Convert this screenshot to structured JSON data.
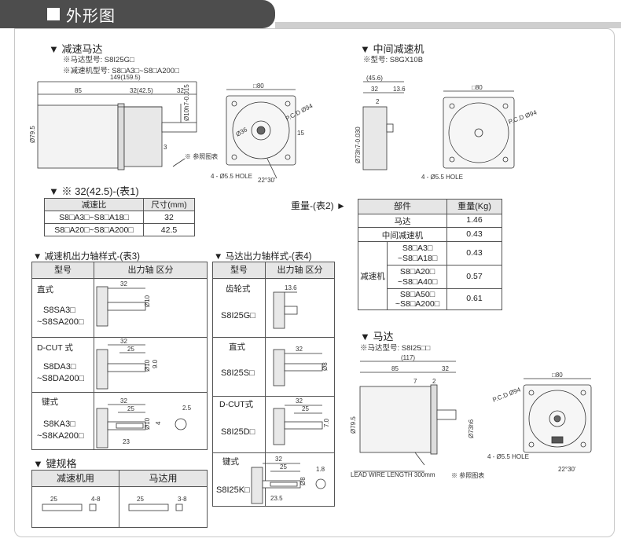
{
  "header": {
    "title": "外形图"
  },
  "reducer_motor": {
    "title": "▼ 减速马达",
    "motor_model": "※马达型号: S8I25G□",
    "gear_model": "※减速机型号: S8□A3□~S8□A200□",
    "dims": {
      "total": "149(159.5)",
      "body": "85",
      "gear": "32(42.5)",
      "shaft": "32",
      "square": "□80",
      "dia_body": "Ø79.5",
      "dia_shaft": "Ø10h7-0.015",
      "pcd": "P.C.D Ø94",
      "hole": "4 - Ø5.5 HOLE",
      "three": "3",
      "angle": "22°30'",
      "dia_inner": "Ø36",
      "fifteen": "15",
      "key_note": "※ 参照图表"
    }
  },
  "intermediate": {
    "title": "▼ 中间减速机",
    "model": "※型号: S8GX10B",
    "dims": {
      "total": "(45.6)",
      "a": "32",
      "b": "13.6",
      "c": "2",
      "square": "□80",
      "dia": "Ø73h7-0.030",
      "pcd": "P.C.D Ø94",
      "hole": "4 - Ø5.5 HOLE"
    }
  },
  "ratio_table": {
    "title": "▼ ※ 32(42.5)-(表1)",
    "headers": [
      "减速比",
      "尺寸(mm)"
    ],
    "rows": [
      [
        "S8□A3□~S8□A18□",
        "32"
      ],
      [
        "S8□A20□~S8□A200□",
        "42.5"
      ]
    ]
  },
  "weight_table": {
    "title": "重量-(表2)",
    "headers": [
      "部件",
      "重量(Kg)"
    ],
    "motor": [
      "马达",
      "1.46"
    ],
    "mid": [
      "中间减速机",
      "0.43"
    ],
    "group_label": "减速机",
    "rows": [
      [
        "S8□A3□",
        "~S8□A18□",
        "0.43"
      ],
      [
        "S8□A20□",
        "~S8□A40□",
        "0.57"
      ],
      [
        "S8□A50□",
        "~S8□A200□",
        "0.61"
      ]
    ]
  },
  "reducer_shaft": {
    "title": "▼ 减速机出力轴样式-(表3)",
    "headers": [
      "型号",
      "出力轴 区分"
    ],
    "rows": [
      {
        "type": "直式",
        "model1": "S8SA3□",
        "model2": "~S8SA200□"
      },
      {
        "type": "D-CUT 式",
        "model1": "S8DA3□",
        "model2": "~S8DA200□"
      },
      {
        "type": "键式",
        "model1": "S8KA3□",
        "model2": "~S8KA200□"
      }
    ]
  },
  "motor_shaft": {
    "title": "▼ 马达出力轴样式-(表4)",
    "headers": [
      "型号",
      "出力轴 区分"
    ],
    "rows": [
      {
        "type": "齿轮式",
        "model": "S8I25G□"
      },
      {
        "type": "直式",
        "model": "S8I25S□"
      },
      {
        "type": "D-CUT式",
        "model": "S8I25D□"
      },
      {
        "type": "键式",
        "model": "S8I25K□"
      }
    ]
  },
  "key_spec": {
    "title": "▼ 键规格",
    "headers": [
      "减速机用",
      "马达用"
    ],
    "dims": {
      "a": "25",
      "b": "4-8",
      "c": "25",
      "d": "3-8"
    }
  },
  "motor": {
    "title": "▼ 马达",
    "model": "※马达型号: S8I25□□",
    "dims": {
      "total": "(117)",
      "body": "85",
      "shaft": "32",
      "a": "7",
      "b": "2",
      "square": "□80",
      "dia_body": "Ø79.5",
      "dia": "Ø73h6",
      "pcd": "P.C.D Ø94",
      "hole": "4 - Ø5.5 HOLE",
      "lead": "LEAD WIRE LENGTH 300mm",
      "angle": "22°30'",
      "key_note": "※ 参照图表"
    }
  },
  "shaft_dims": {
    "r1": {
      "a": "32",
      "b": "Ø10"
    },
    "r2": {
      "a": "32",
      "b": "25",
      "c": "9.0",
      "d": "Ø10"
    },
    "r3": {
      "a": "32",
      "b": "25",
      "c": "23",
      "d": "Ø10",
      "e": "4",
      "f": "2.5"
    },
    "m1": {
      "a": "13.6"
    },
    "m2": {
      "a": "32",
      "b": "Ø8"
    },
    "m3": {
      "a": "32",
      "b": "25",
      "c": "7.0"
    },
    "m4": {
      "a": "32",
      "b": "25",
      "c": "23.5",
      "d": "Ø8",
      "e": "1.8"
    }
  }
}
